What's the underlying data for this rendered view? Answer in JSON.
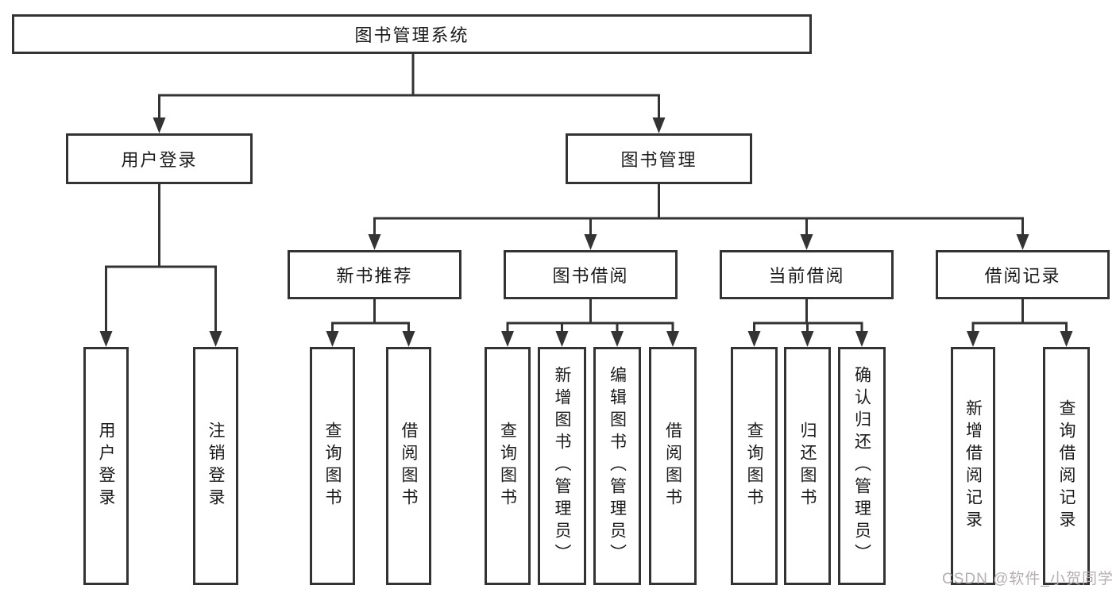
{
  "diagram": {
    "title_node": {
      "label": "图书管理系统"
    },
    "level2": [
      {
        "id": "user-login",
        "label": "用户登录"
      },
      {
        "id": "book-management",
        "label": "图书管理"
      }
    ],
    "level3": [
      {
        "id": "new-book-recommend",
        "label": "新书推荐",
        "parent": "图书管理"
      },
      {
        "id": "book-borrow",
        "label": "图书借阅",
        "parent": "图书管理"
      },
      {
        "id": "current-borrow",
        "label": "当前借阅",
        "parent": "图书管理"
      },
      {
        "id": "borrow-records",
        "label": "借阅记录",
        "parent": "图书管理"
      }
    ],
    "leaves": [
      {
        "id": "leaf-user-login",
        "label": "用户登录",
        "parent": "用户登录"
      },
      {
        "id": "leaf-logout",
        "label": "注销登录",
        "parent": "用户登录"
      },
      {
        "id": "leaf-query-book-1",
        "label": "查询图书",
        "parent": "新书推荐"
      },
      {
        "id": "leaf-borrow-book-1",
        "label": "借阅图书",
        "parent": "新书推荐"
      },
      {
        "id": "leaf-query-book-2",
        "label": "查询图书",
        "parent": "图书借阅"
      },
      {
        "id": "leaf-add-book-admin",
        "label": "新增图书（管理员）",
        "parent": "图书借阅"
      },
      {
        "id": "leaf-edit-book-admin",
        "label": "编辑图书（管理员）",
        "parent": "图书借阅"
      },
      {
        "id": "leaf-borrow-book-2",
        "label": "借阅图书",
        "parent": "图书借阅"
      },
      {
        "id": "leaf-query-book-3",
        "label": "查询图书",
        "parent": "当前借阅"
      },
      {
        "id": "leaf-return-book",
        "label": "归还图书",
        "parent": "当前借阅"
      },
      {
        "id": "leaf-confirm-return",
        "label": "确认归还（管理员）",
        "parent": "当前借阅"
      },
      {
        "id": "leaf-add-borrow-record",
        "label": "新增借阅记录",
        "parent": "借阅记录"
      },
      {
        "id": "leaf-query-borrow-record",
        "label": "查询借阅记录",
        "parent": "借阅记录"
      }
    ]
  },
  "watermark": {
    "text": "CSDN @软件_小贺同学"
  },
  "colors": {
    "line": "#333333",
    "node_border": "#333333",
    "node_text": "#1a1a1a",
    "background": "#ffffff",
    "watermark_text": "#b5afaf"
  }
}
